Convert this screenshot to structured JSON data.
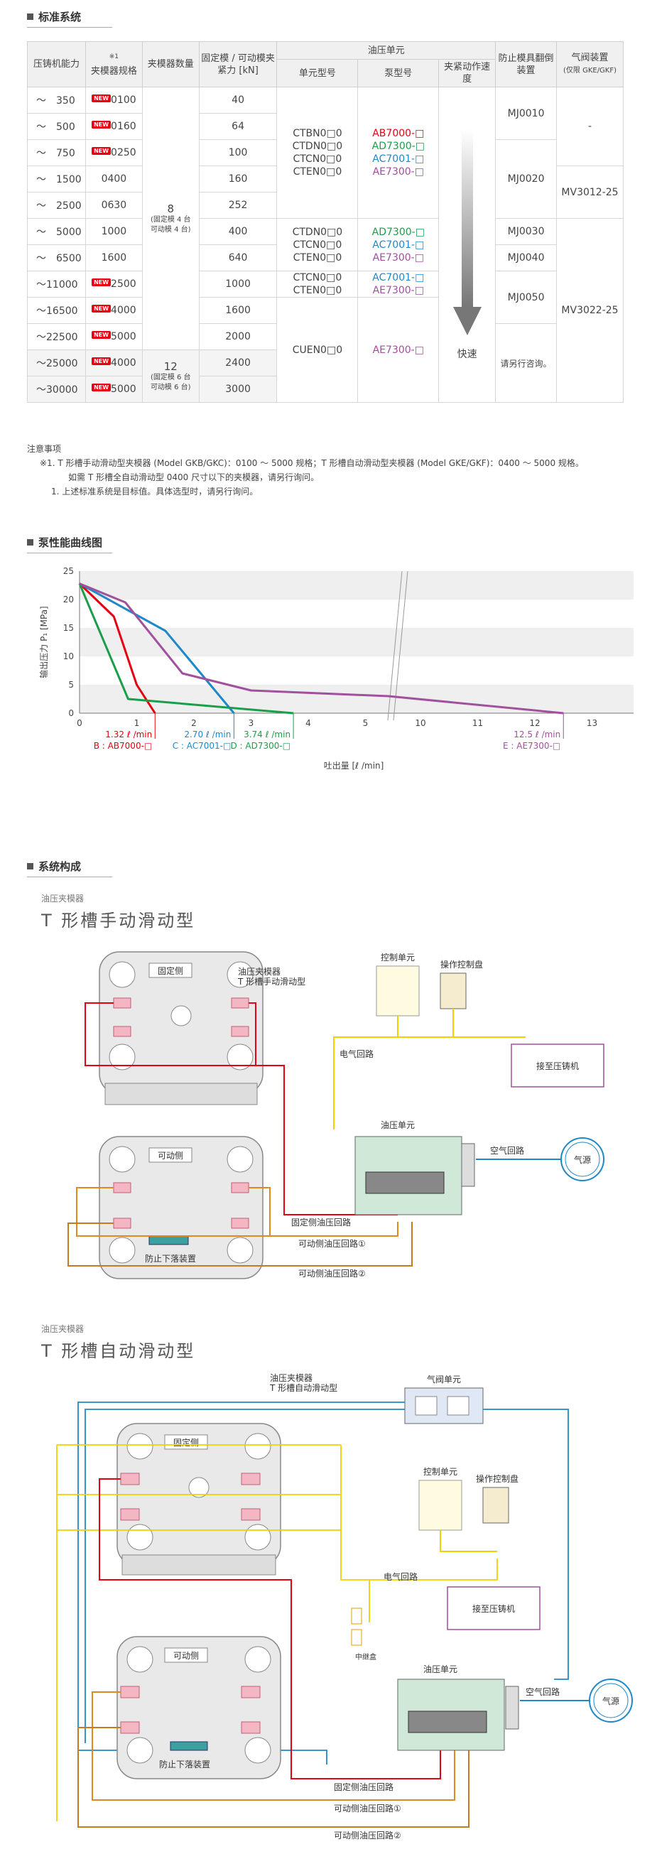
{
  "sections": {
    "standard": "标准系统",
    "pump": "泵性能曲线图",
    "config": "系统构成"
  },
  "table": {
    "h_capacity": "压铸机能力",
    "h_spec": "夹模器规格",
    "h_spec_note": "※1",
    "h_qty": "夹模器数量",
    "h_force": "固定模 / 可动模夹紧力 [kN]",
    "h_oil": "油压单元",
    "h_unit": "单元型号",
    "h_pump": "泵型号",
    "h_speed": "夹紧动作速度",
    "h_fall": "防止模具翻倒装置",
    "h_air": "气阀装置",
    "h_air_sub": "(仅限 GKE/GKF)",
    "rows": [
      {
        "cap": "～　350",
        "new": true,
        "spec": "0100",
        "force": "40"
      },
      {
        "cap": "～　500",
        "new": true,
        "spec": "0160",
        "force": "64"
      },
      {
        "cap": "～　750",
        "new": true,
        "spec": "0250",
        "force": "100"
      },
      {
        "cap": "～　1500",
        "new": false,
        "spec": "0400",
        "force": "160"
      },
      {
        "cap": "～　2500",
        "new": false,
        "spec": "0630",
        "force": "252"
      },
      {
        "cap": "～　5000",
        "new": false,
        "spec": "1000",
        "force": "400"
      },
      {
        "cap": "～　6500",
        "new": false,
        "spec": "1600",
        "force": "640"
      },
      {
        "cap": "～11000",
        "new": true,
        "spec": "2500",
        "force": "1000"
      },
      {
        "cap": "～16500",
        "new": true,
        "spec": "4000",
        "force": "1600"
      },
      {
        "cap": "～22500",
        "new": true,
        "spec": "5000",
        "force": "2000"
      },
      {
        "cap": "～25000",
        "new": true,
        "spec": "4000",
        "force": "2400"
      },
      {
        "cap": "～30000",
        "new": true,
        "spec": "5000",
        "force": "3000"
      }
    ],
    "new_badge": "NEW",
    "qty8": "8",
    "qty8_sub1": "(固定模 4 台",
    "qty8_sub2": "可动模 4 台)",
    "qty12": "12",
    "qty12_sub1": "(固定模 6 台",
    "qty12_sub2": "可动模 6 台)",
    "units_g1": [
      "CTBN0□0",
      "CTDN0□0",
      "CTCN0□0",
      "CTEN0□0"
    ],
    "pumps_g1": [
      {
        "t": "AB7000-□",
        "c": "#e60012"
      },
      {
        "t": "AD7300-□",
        "c": "#1a9e4a"
      },
      {
        "t": "AC7001-□",
        "c": "#1e88c8"
      },
      {
        "t": "AE7300-□",
        "c": "#a0509c"
      }
    ],
    "units_g2": [
      "CTDN0□0",
      "CTCN0□0",
      "CTEN0□0"
    ],
    "pumps_g2": [
      {
        "t": "AD7300-□",
        "c": "#1a9e4a"
      },
      {
        "t": "AC7001-□",
        "c": "#1e88c8"
      },
      {
        "t": "AE7300-□",
        "c": "#a0509c"
      }
    ],
    "units_g3": [
      "CTCN0□0",
      "CTEN0□0"
    ],
    "pumps_g3": [
      {
        "t": "AC7001-□",
        "c": "#1e88c8"
      },
      {
        "t": "AE7300-□",
        "c": "#a0509c"
      }
    ],
    "unit_g4": "CUEN0□0",
    "pump_g4": {
      "t": "AE7300-□",
      "c": "#a0509c"
    },
    "speed_label": "快速",
    "fall": [
      "MJ0010",
      "MJ0020",
      "MJ0030",
      "MJ0040",
      "MJ0050",
      "请另行咨询。"
    ],
    "air": [
      "-",
      "MV3012-25",
      "MV3022-25"
    ]
  },
  "notes": {
    "title": "注意事项",
    "n1": "※1.  T 形槽手动滑动型夹模器 (Model GKB/GKC)：0100 ～ 5000 规格；T 形槽自动滑动型夹模器 (Model GKE/GKF)：0400 ～ 5000 规格。",
    "n1b": "如需 T 形槽全自动滑动型 0400 尺寸以下的夹模器，请另行询问。",
    "n2": "1.  上述标准系统是目标值。具体选型时，请另行询问。"
  },
  "chart_data": {
    "type": "line",
    "xlabel": "吐出量 [ℓ /min]",
    "ylabel": "输出压力 P₁ [MPa]",
    "yticks": [
      0,
      5,
      10,
      15,
      20,
      25
    ],
    "xticks_left": [
      0,
      1,
      2,
      3,
      4,
      5
    ],
    "xticks_right": [
      10,
      11,
      12,
      13
    ],
    "x_right_first": "10",
    "series": [
      {
        "name": "B : AB7000-□",
        "color": "#e60012",
        "points": [
          [
            0,
            22.8
          ],
          [
            0.6,
            17
          ],
          [
            1.0,
            5
          ],
          [
            1.32,
            0
          ]
        ]
      },
      {
        "name": "C : AC7001-□",
        "color": "#1e88c8",
        "points": [
          [
            0,
            22.8
          ],
          [
            1.5,
            14.5
          ],
          [
            2.7,
            0
          ]
        ]
      },
      {
        "name": "D : AD7300-□",
        "color": "#1a9e4a",
        "points": [
          [
            0,
            22.8
          ],
          [
            0.85,
            2.5
          ],
          [
            3.74,
            0
          ]
        ]
      },
      {
        "name": "E : AE7300-□",
        "color": "#a0509c",
        "points": [
          [
            0,
            22.8
          ],
          [
            0.8,
            19.5
          ],
          [
            1.8,
            7
          ],
          [
            3,
            4
          ],
          [
            5.4,
            3
          ],
          [
            12.5,
            0
          ]
        ]
      }
    ],
    "flow_labels": [
      {
        "v": "1.32 ℓ /min",
        "n": "B : AB7000-□",
        "c": "#e60012"
      },
      {
        "v": "2.70 ℓ /min",
        "n": "C : AC7001-□",
        "c": "#1e88c8"
      },
      {
        "v": "3.74 ℓ /min",
        "n": "D : AD7300-□",
        "c": "#1a9e4a"
      },
      {
        "v": "12.5 ℓ /min",
        "n": "E : AE7300-□",
        "c": "#a0509c"
      }
    ]
  },
  "manual": {
    "cap": "油压夹模器",
    "title": "T 形槽手动滑动型",
    "fixed": "固定侧",
    "movable": "可动侧",
    "clamp": "油压夹模器",
    "clamp2": "T 形槽手动滑动型",
    "control": "控制单元",
    "panel": "操作控制盘",
    "elec": "电气回路",
    "machine": "接至压铸机",
    "oil": "油压单元",
    "air": "空气回路",
    "airsrc": "气源",
    "fallprev": "防止下落装置",
    "c_fixed": "固定侧油压回路",
    "c_mov1": "可动侧油压回路①",
    "c_mov2": "可动侧油压回路②"
  },
  "auto": {
    "cap": "油压夹模器",
    "title": "T 形槽自动滑动型",
    "airvalve": "气阀单元",
    "clamp": "油压夹模器",
    "clamp2": "T 形槽自动滑动型",
    "fixed": "固定侧",
    "movable": "可动侧",
    "control": "控制单元",
    "panel": "操作控制盘",
    "elec": "电气回路",
    "machine": "接至压铸机",
    "relay": "中继盒",
    "oil": "油压单元",
    "air": "空气回路",
    "airsrc": "气源",
    "fallprev": "防止下落装置",
    "c_fixed": "固定侧油压回路",
    "c_mov1": "可动侧油压回路①",
    "c_mov2": "可动侧油压回路②"
  }
}
